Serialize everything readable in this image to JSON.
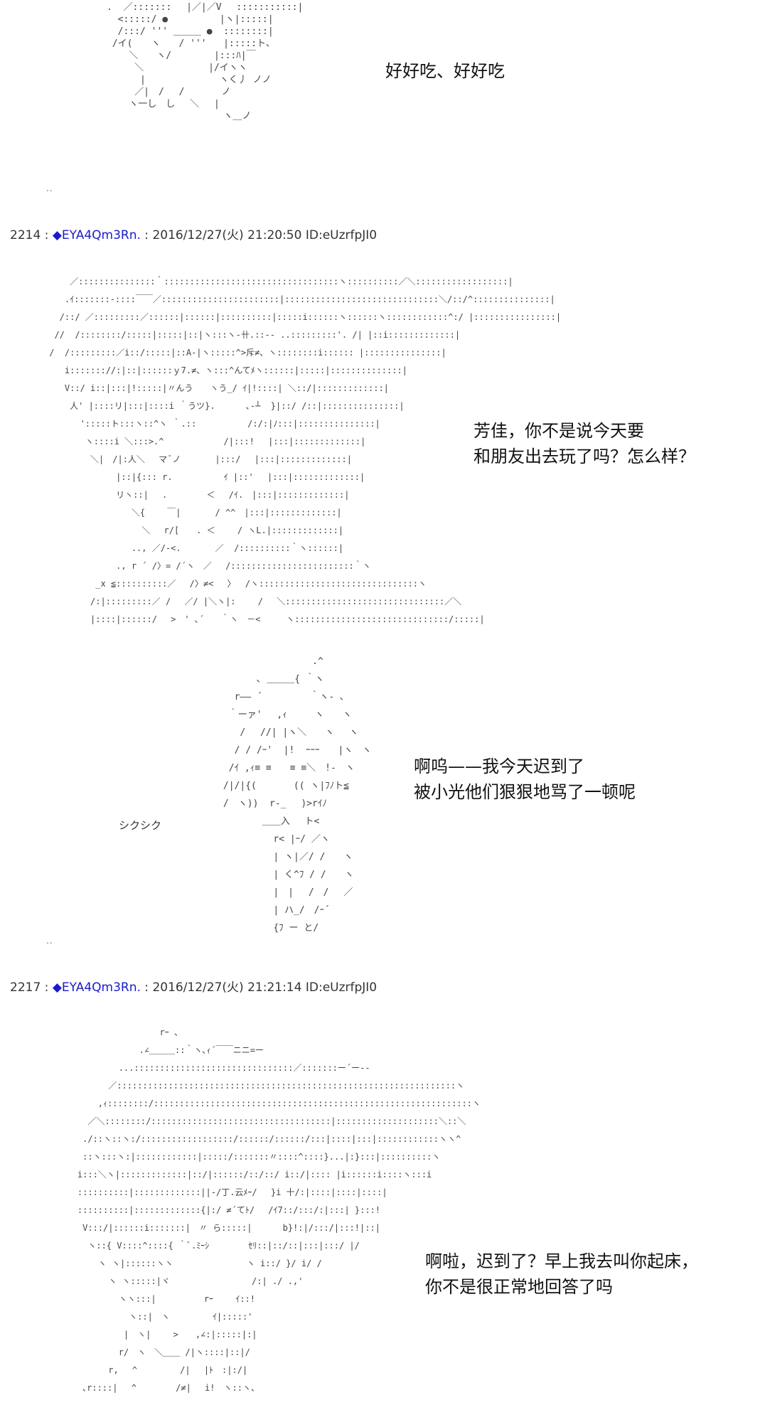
{
  "posts": [
    {
      "art": ".  ／:::::::　 |／|／V　 :::::::::::|\n  <:::::/ ●　　　　　 |ヽ|:::::|\n  /:::/ ''' ＿＿＿ ●  ::::::::|\n /イ(　　ヽ　　/ '''   |:::::ト、\n    ＼　　ヽ/　　　　 |:::ﾊ|￣\n     ＼　　　　　　　|/イヽヽ\n      |　　　　　　　　ヽく丿 ノノ\n     ／|　/　 /　　　　ノ\n    ヽ一し　し　 ＼　 |\n                     ヽ＿ノ",
      "text_lines": [
        "好好吃、好好吃"
      ]
    },
    {
      "header": {
        "number": "2214",
        "name": "EYA4Qm3Rn.",
        "date": "2016/12/27(火) 21:20:50",
        "id": "ID:eUzrfpJI0"
      },
      "art": "     ／:::::::::::::::｀::::::::::::::::::::::::::::::::::ヽ::::::::::／＼::::::::::::::::::|\n    .ｲ:::::::-::::￣￣／:::::::::::::::::::::::|::::::::::::::::::::::::::::::＼/::/^:::::::::::::::|\n   /::/ ／:::::::::／::::::|::::::|::::::::::|:::::i::::::ヽ::::::ヽ::::::::::::^:/ |::::::::::::::::|\n  //  /::::::::/:::::|:::::|::|ヽ:::ヽ-卄.::-- ..:::::::::'. /| |::i:::::::::::::|\n /  /:::::::::／i::/:::::|::A-|ヽ:::::^>斥≠、ヽ::::::::i:::::: |:::::::::::::::|\n    i::::::://:|::|::::::ｙ7.≠、ヽ:::^んてﾒヽ::::::|:::::|::::::::::::::|\n    V::/ i::|:::|!:::::|〃んう　　ヽう_/ ｲ|!::::| ＼::/|:::::::::::::|\n     人' |::::リ|:::|::::i ｀うツ}.　　　 ､-┴  }|::/ /::|:::::::::::::::|\n       ':::::ト:::ヽ::^ヽ ｀.::　　　　　　/:/:|ﾉ:::|:::::::::::::::|\n        ヽ::::i ＼:::>.^　　　　　　　/|:::! 　|:::|:::::::::::::|\n         ＼|　/|:人＼　 マ¯ノ　　　　|:::/ 　|:::|:::::::::::::|\n              |::|{::: r.　　　　　　ｲ |::' 　|:::|:::::::::::::|\n              リヽ::|　 .　　　　 ＜　 /ｲ.　|:::|:::::::::::::|\n                 ＼{　　 ￣|　　　　/ ^^　|:::|:::::::::::::|\n                   ＼　 r/[　　. ＜　　 / ヽL.|:::::::::::::|\n                 .., ／/-<.　　　　／  /::::::::::｀ヽ::::::|\n              ., r ´ /〉= /´ヽ　／　 /::::::::::::::::::::::::｀ヽ\n          _x ≦::::::::::／　 /〉≠<　 〉　 /ヽ:::::::::::::::::::::::::::::::ヽ\n         /:|:::::::::／ /　 ／/ |＼ヽ|:　　 /　 ＼:::::::::::::::::::::::::::::::／＼\n         |::::|::::::/　 >　' ､´　　｀ヽ　－<　　　ヽ::::::::::::::::::::::::::::::/:::::|",
      "text_lines": [
        "芳佳，你不是说今天要",
        "和朋友出去玩了吗？怎么样？"
      ]
    },
    {
      "art": "                            .^\n                  ､ ＿＿＿{ ｀ヽ\n              r―― ´　　　　  ｀ヽ- ､\n             ｀ーァ'　 ,ｨ　　　ヽ　　ヽ\n               /　 //| |ヽ＼　　ヽ　 ヽ\n              / / /ｰ'  |!  ｰｰｰ　　|ヽ　ヽ\n             /ｲ ,ｨ≡ ≡　　≡ ≡＼　!-　ヽ\n            /|/|{(　　　　(( ヽ|ﾌﾉト≦\n            /　ヽ))  r-_　 )>rｲﾉ\n                   ＿＿入　 ト<\n                     r< |ｰ/ ／ヽ\n                     | ヽ|／/ /　　ヽ\n                     | く^ﾌ / /　　ヽ\n                     |　|　 /　/　 ／\n                     | ハ_/　/ｰ´\n                     {ﾌ ー と/",
      "sfx": "シクシク",
      "text_lines": [
        "啊呜——我今天迟到了",
        "被小光他们狠狠地骂了一顿呢"
      ]
    },
    {
      "header": {
        "number": "2217",
        "name": "EYA4Qm3Rn.",
        "date": "2016/12/27(火) 21:21:14",
        "id": "ID:eUzrfpJI0"
      },
      "art": "                    rｰ 、\n                .∠＿＿＿::｀ヽ､ｨ´￣￣ニニ=ー\n            ...:::::::::::::::::::::::::::::::／:::::::ー´ー--\n          ／::::::::::::::::::::::::::::::::::::::::::::::::::::::::::::::::::ヽ\n        ,ｨ::::::::/::::::::::::::::::::::::::::::::::::::::::::::::::::::::::::::ヽ\n      ／＼::::::::/:::::::::::::::::::::::::::::::::::|::::::::::::::::::::＼::＼\n     ./::ヽ::ヽ:/::::::::::::::::::/::::::/::::::/:::|::::|:::|::::::::::::ヽヽ^\n     ::ヽ:::ヽ:|::::::::::::|:::::/:::::::〃::::^::::}...|:}:::|::::::::::ヽ\n    i:::＼ヽ|:::::::::::::|::/|::::::/::/::/ i::/|:::: |i::::::i::::ヽ:::i\n    ::::::::::|:::::::::::::||-/丁.云ﾒｰ/　 }i 十/:|::::|::::|::::|\n    ::::::::::|:::::::::::::{|:/ ≠´てﾄ/　 /ｲ7::/:::/:|:::| }:::!\n     V:::/|::::::i:::::::|　〃 ら:::::|　　　 b}!:|/:::/|:::!|::|\n      ヽ::{ V::::^::::{ ｀ﾞ.ﾐｰｼ　　　　 ｾﾘ::|::/::|:::|:::/ |/\n        ヽ ヽ|::::::ヽヽ　　　　　　　　 ヽ i::/ }/ i/ /\n          ヽ ヽ:::::|ヾ　　　　　　　　　 /:| ./ .,'\n            ヽヽ:::|　　　　　 rｰ　　 ｲ::!\n              ヽ::|　ヽ　　　　　ｲ|:::::'\n             |　ヽ|　　 >　　,∠:|:::::|:|\n            r/　ヽ　＼＿＿ /|ヽ::::|::|/\n          r,　 ^　　　　　/|　 |ﾄ　:|:/|\n     ､r::::|　 ^　　　　 /≠|　 i!　ヽ::ヽ、",
      "text_lines": [
        "啊啦，迟到了？早上我去叫你起床，",
        "你不是很正常地回答了吗"
      ]
    }
  ],
  "separator": ".."
}
